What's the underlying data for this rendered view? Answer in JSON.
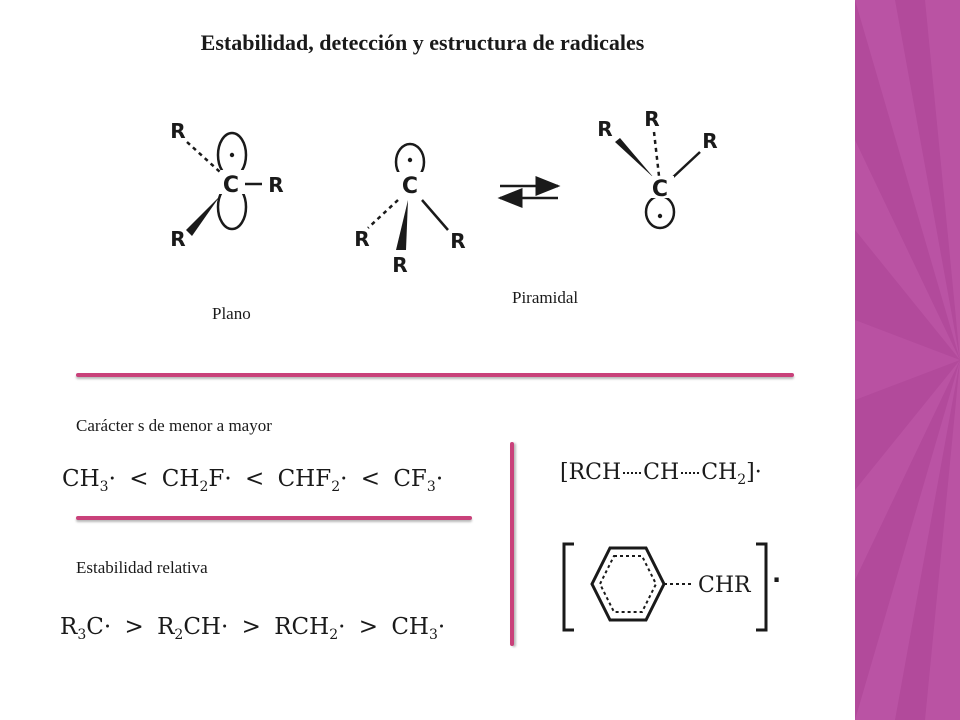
{
  "title": "Estabilidad, detección y estructura de radicales",
  "labels": {
    "plano": "Plano",
    "piramidal": "Piramidal",
    "caracter_s": "Carácter s de menor a mayor",
    "estabilidad": "Estabilidad relativa"
  },
  "structures": {
    "substituent": "R",
    "center": "C",
    "radical_dot": "·"
  },
  "series_caracter_s": [
    "CH₃·",
    "<",
    "CH₂F·",
    "<",
    "CHF₂·",
    "<",
    "CF₃·"
  ],
  "series_estabilidad": [
    "R₃C·",
    ">",
    "R₂CH·",
    ">",
    "RCH₂·",
    ">",
    "CH₃·"
  ],
  "resonance": {
    "allyl_text": "[RCH⋯CH⋯CH₂]·",
    "benzyl_group": "CHR",
    "benzyl_dot": "·"
  },
  "colors": {
    "accent": "#c9417a",
    "sidebar": "#b24a9b"
  }
}
